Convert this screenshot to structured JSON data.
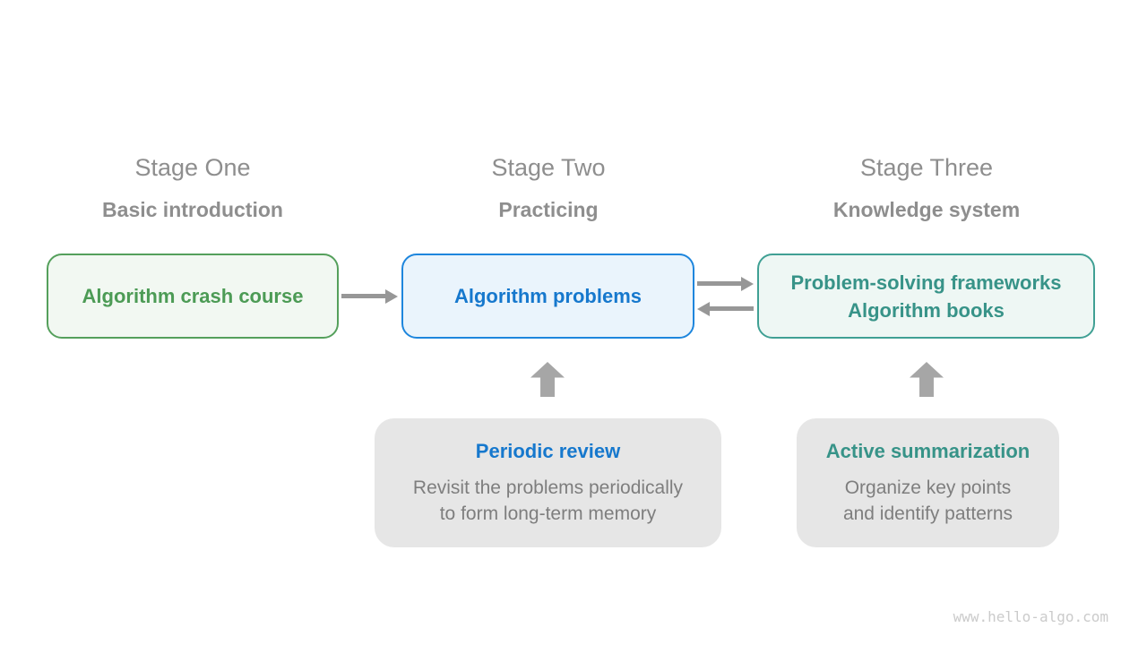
{
  "page": {
    "watermark": "www.hello-algo.com",
    "background": "#ffffff"
  },
  "stages": [
    {
      "title": "Stage One",
      "subtitle": "Basic introduction",
      "box": {
        "lines": [
          "Algorithm crash course"
        ],
        "text_color": "#4c9b55",
        "border_color": "#55a05c",
        "bg_color": "#f2f8f2"
      }
    },
    {
      "title": "Stage Two",
      "subtitle": "Practicing",
      "box": {
        "lines": [
          "Algorithm problems"
        ],
        "text_color": "#1678cd",
        "border_color": "#1e86dd",
        "bg_color": "#eaf4fc"
      }
    },
    {
      "title": "Stage Three",
      "subtitle": "Knowledge system",
      "box": {
        "lines": [
          "Problem-solving frameworks",
          "Algorithm books"
        ],
        "text_color": "#379388",
        "border_color": "#40a094",
        "bg_color": "#eef7f4"
      }
    }
  ],
  "notes": [
    {
      "title": "Periodic review",
      "title_color": "#1678cd",
      "lines": [
        "Revisit the problems periodically",
        "to form long-term memory"
      ],
      "points_to": "Algorithm problems"
    },
    {
      "title": "Active summarization",
      "title_color": "#379388",
      "lines": [
        "Organize key points",
        "and identify patterns"
      ],
      "points_to": "Problem-solving frameworks / Algorithm books"
    }
  ],
  "flow": [
    {
      "from": "Algorithm crash course",
      "to": "Algorithm problems",
      "direction": "right"
    },
    {
      "from": "Algorithm problems",
      "to": "Problem-solving frameworks / Algorithm books",
      "direction": "right"
    },
    {
      "from": "Problem-solving frameworks / Algorithm books",
      "to": "Algorithm problems",
      "direction": "left"
    }
  ],
  "colors": {
    "heading_gray": "#8e8e8e",
    "body_gray": "#7e7e7e",
    "note_bg": "#e6e6e6",
    "arrow_gray": "#979797",
    "up_arrow_gray": "#a6a6a6",
    "watermark_gray": "#cbcbcb"
  }
}
